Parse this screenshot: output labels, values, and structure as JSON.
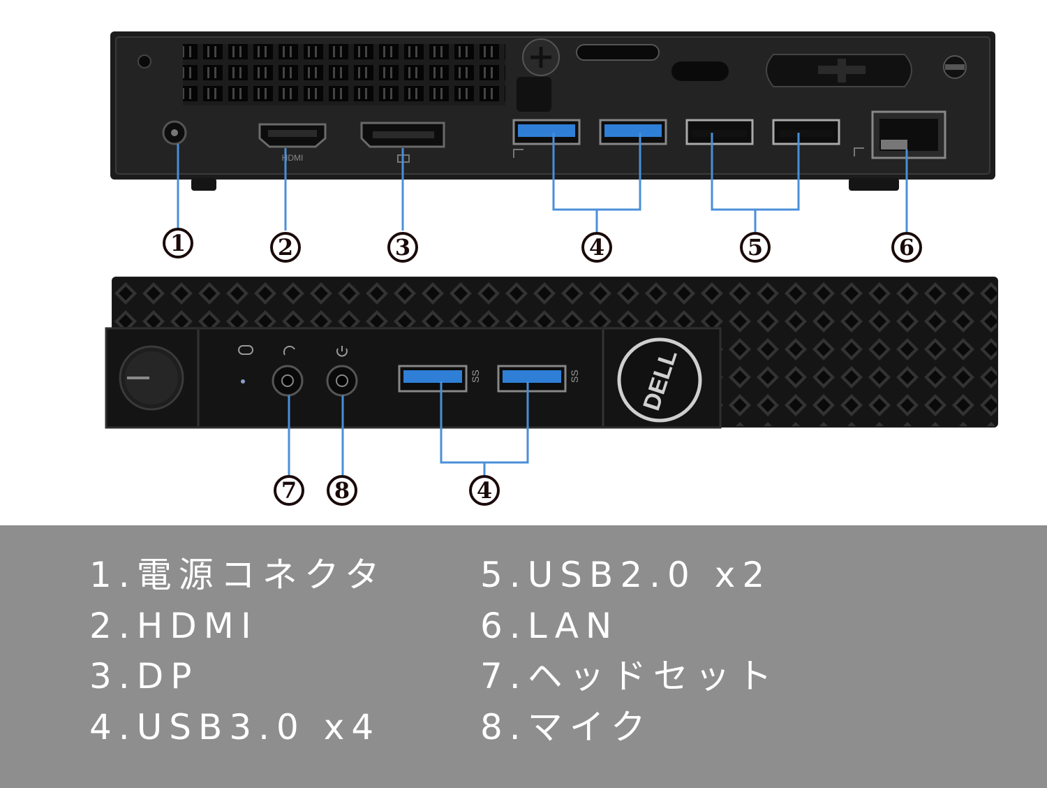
{
  "callout_numbers": [
    "1",
    "2",
    "3",
    "4",
    "5",
    "6",
    "7",
    "8",
    "4"
  ],
  "device": {
    "rear_port_labels": {
      "hdmi": "HDMI"
    },
    "brand_logo": "DELL"
  },
  "legend": {
    "left": [
      "1.電源コネクタ",
      "2.HDMI",
      "3.DP",
      "4.USB3.0 x4"
    ],
    "right": [
      "5.USB2.0 x2",
      "6.LAN",
      "7.ヘッドセット",
      "8.マイク"
    ]
  },
  "colors": {
    "chassis": "#1c1c1c",
    "usb3_blue": "#2f7fd6",
    "callout_line": "#4a8fd8",
    "legend_background": "#8e8e8e",
    "legend_text": "#ffffff"
  },
  "icons": [
    "power-connector-icon",
    "hdmi-port-icon",
    "displayport-icon",
    "usb3-port-icon",
    "usb2-port-icon",
    "lan-port-icon",
    "headset-jack-icon",
    "microphone-jack-icon",
    "power-button-icon",
    "dell-logo-icon"
  ]
}
